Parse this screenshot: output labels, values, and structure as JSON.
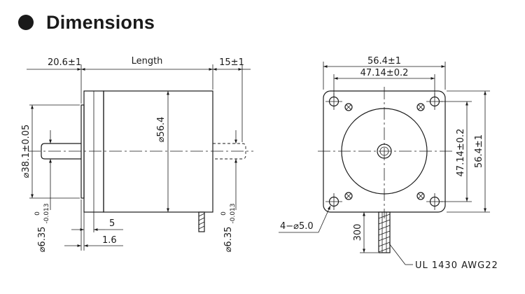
{
  "header": {
    "title": "Dimensions"
  },
  "side_view": {
    "dim_flange": "20.6±1",
    "dim_length": "Length",
    "dim_shaft_rear": "15±1",
    "dim_body_dia": "⌀56.4",
    "dim_boss_dia": "⌀38.1±0.05",
    "dim_shaft_front_dia": "⌀6.35",
    "dim_shaft_front_tol_upper": "0",
    "dim_shaft_front_tol_lower": "-0.013",
    "dim_shaft_rear_dia": "⌀6.35",
    "dim_shaft_rear_tol_upper": "0",
    "dim_shaft_rear_tol_lower": "-0.013",
    "dim_boss_depth": "5",
    "dim_flange_thickness": "1.6"
  },
  "front_view": {
    "dim_width": "56.4±1",
    "dim_hole_spacing_h": "47.14±0.2",
    "dim_hole_spacing_v": "47.14±0.2",
    "dim_height": "56.4±1",
    "dim_holes": "4−⌀5.0",
    "dim_lead_length": "300",
    "wire_spec": "UL 1430 AWG22"
  }
}
